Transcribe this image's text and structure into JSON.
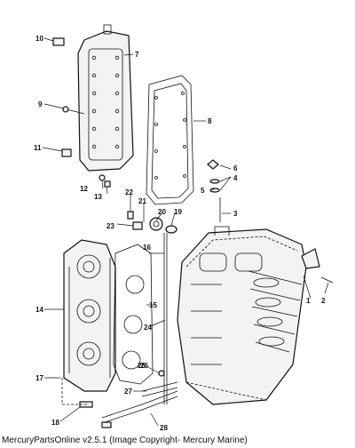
{
  "footer": {
    "caption": "MercuryPartsOnline v2.5.1 (Image Copyright- Mercury Marine)"
  },
  "callouts": [
    {
      "id": "c1",
      "text": "1"
    },
    {
      "id": "c2",
      "text": "2"
    },
    {
      "id": "c3",
      "text": "3"
    },
    {
      "id": "c4",
      "text": "4"
    },
    {
      "id": "c5",
      "text": "5"
    },
    {
      "id": "c6",
      "text": "6"
    },
    {
      "id": "c7",
      "text": "7"
    },
    {
      "id": "c8",
      "text": "8"
    },
    {
      "id": "c9",
      "text": "9"
    },
    {
      "id": "c10",
      "text": "10"
    },
    {
      "id": "c11",
      "text": "11"
    },
    {
      "id": "c12",
      "text": "12"
    },
    {
      "id": "c13",
      "text": "13"
    },
    {
      "id": "c14",
      "text": "14"
    },
    {
      "id": "c15",
      "text": "15"
    },
    {
      "id": "c16",
      "text": "16"
    },
    {
      "id": "c17",
      "text": "17"
    },
    {
      "id": "c18",
      "text": "18"
    },
    {
      "id": "c19",
      "text": "19"
    },
    {
      "id": "c20",
      "text": "20"
    },
    {
      "id": "c21",
      "text": "21"
    },
    {
      "id": "c22",
      "text": "22"
    },
    {
      "id": "c23",
      "text": "23"
    },
    {
      "id": "c24",
      "text": "24"
    },
    {
      "id": "c25",
      "text": "25"
    },
    {
      "id": "c26",
      "text": "26"
    },
    {
      "id": "c27",
      "text": "27"
    },
    {
      "id": "c28",
      "text": "28"
    }
  ]
}
